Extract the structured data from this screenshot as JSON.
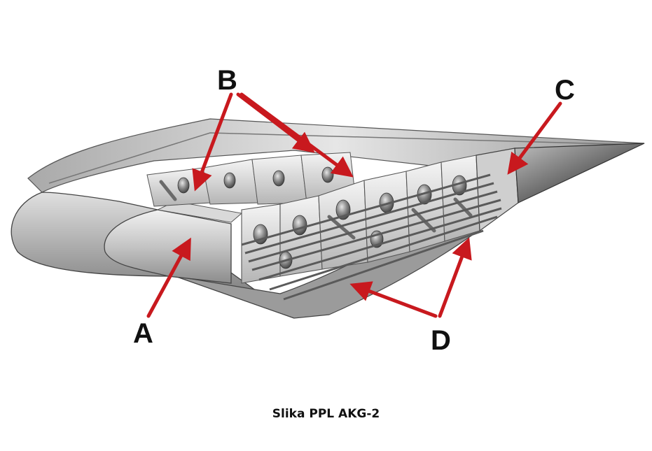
{
  "diagram": {
    "labels": {
      "a": "A",
      "b": "B",
      "c": "C",
      "d": "D"
    },
    "colors": {
      "arrow": "#c8191e",
      "skin": "#bdbdbd",
      "rib": "#d6d6d6",
      "hole": "#7a7a7a"
    }
  },
  "caption": "Slika PPL AKG-2"
}
